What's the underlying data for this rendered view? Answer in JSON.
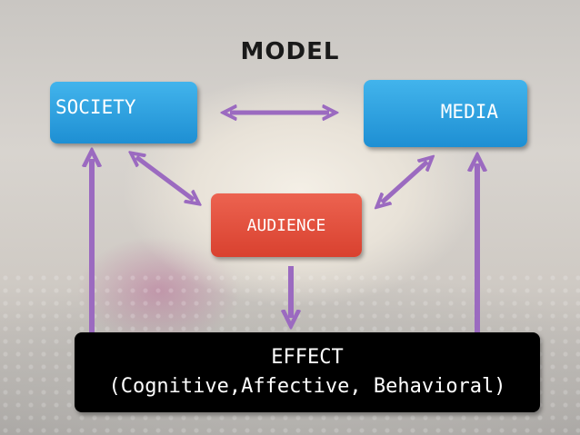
{
  "title": "MODEL",
  "nodes": {
    "society": "SOCIETY",
    "media": "MEDIA",
    "audience": "AUDIENCE",
    "effect_title": "EFFECT",
    "effect_subtitle": "(Cognitive,Affective, Behavioral)"
  },
  "colors": {
    "blue_box": "#2ea2e0",
    "red_box": "#e24e3b",
    "effect_box": "#000000",
    "arrow": "#9b6ac0"
  }
}
